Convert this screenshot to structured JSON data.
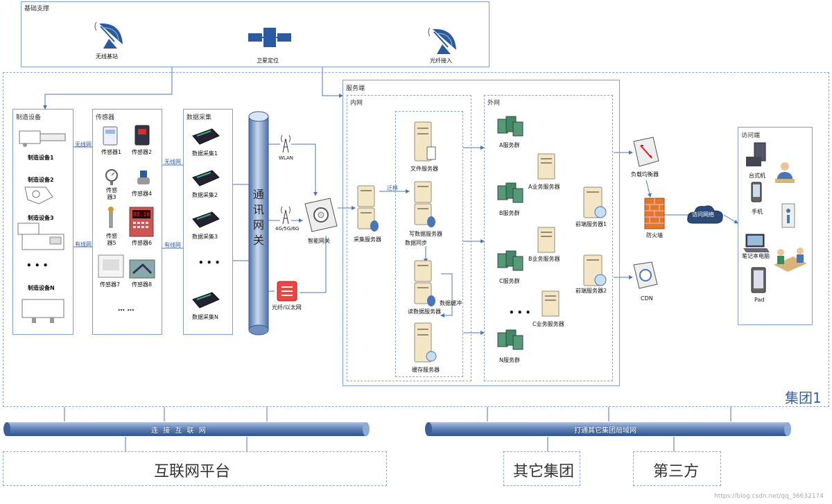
{
  "infra": {
    "title": "基础支撑",
    "items": [
      "无线基站",
      "卫星定位",
      "光纤接入"
    ]
  },
  "group_label": "集团1",
  "manufacturing": {
    "title": "制造设备",
    "items": [
      "制造设备1",
      "制造设备2",
      "制造设备3",
      "制造设备N"
    ],
    "ellipsis": "• • •"
  },
  "links": {
    "wireless": "无线网",
    "wired": "有线网"
  },
  "sensors": {
    "title": "传感器",
    "items": [
      "传感器1",
      "传感器2",
      "传感器3",
      "传感器4",
      "传感器5",
      "传感器6",
      "传感器7",
      "传感器8"
    ],
    "ellipsis": "… …",
    "display_value": "88:10"
  },
  "collection": {
    "title": "数据采集",
    "items": [
      "数据采集1",
      "数据采集2",
      "数据采集3",
      "数据采集N"
    ],
    "ellipsis": "• • •"
  },
  "gateway": {
    "label": "通讯网关"
  },
  "network": {
    "wlan": "WLAN",
    "cellular": "4G/5G/6G",
    "fiber": "光纤/以太网",
    "smart_gateway": "智能网关"
  },
  "server": {
    "title": "服务端",
    "intranet": {
      "title": "内网",
      "collect_server": "采集服务器",
      "migrate": "迁移",
      "file_server": "文件服务器",
      "write_server": "写数据服务器",
      "sync": "数据同步",
      "read_server": "读数据服务器",
      "buffer": "数据缓冲",
      "cache_server": "缓存服务器"
    },
    "extranet": {
      "title": "外网",
      "clusters": [
        "A服务群",
        "B服务群",
        "C服务群",
        "N服务群"
      ],
      "business": [
        "A业务服务器",
        "B业务服务器",
        "C业务服务器"
      ],
      "frontend": [
        "前端服务器1",
        "前端服务器2"
      ],
      "ellipsis": "• • •"
    }
  },
  "edge": {
    "load_balancer": "负载均衡器",
    "firewall": "防火墙",
    "cdn": "CDN",
    "access": "访问网络"
  },
  "access": {
    "title": "访问端",
    "items": [
      "台式机",
      "手机",
      "笔记本电脑",
      "Pad"
    ]
  },
  "bars": {
    "internet": "连 接 互 联 网",
    "groups": "打通其它集团局域网"
  },
  "bottom": {
    "internet_platform": "互联网平台",
    "other_groups": "其它集团",
    "third_party": "第三方"
  },
  "watermark": "https://blog.csdn.net/qq_36632174",
  "colors": {
    "border": "#7f9fce",
    "pipe": "#6f8fbe",
    "wire": "#4a76b8",
    "firewall": "#e07a2a"
  }
}
